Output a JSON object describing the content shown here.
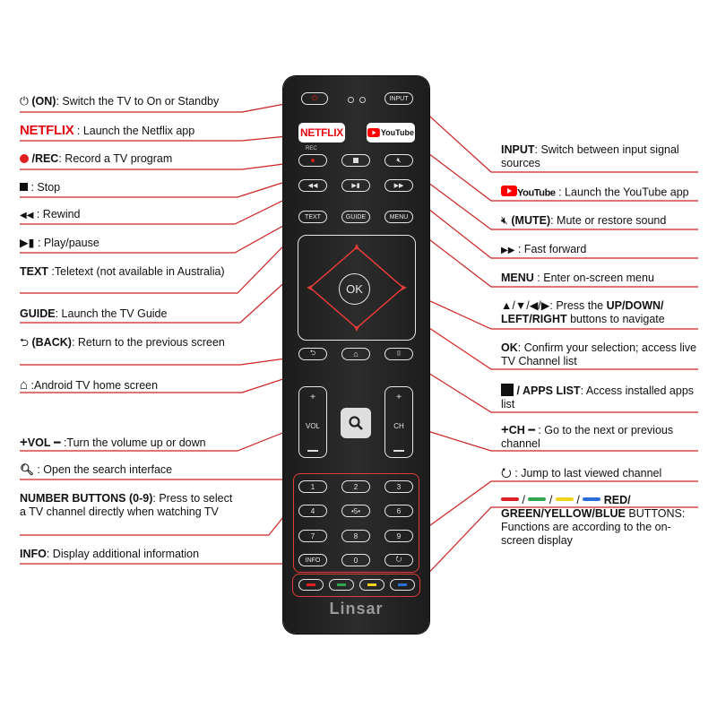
{
  "labels": {
    "power": {
      "title": "(ON)",
      "text": ": Switch the TV to On or Standby"
    },
    "netflix": {
      "logo": "NETFLIX",
      "text": " : Launch the Netflix app"
    },
    "rec": {
      "title": " /REC",
      "text": ": Record a TV  program"
    },
    "stop": {
      "text": " : Stop"
    },
    "rewind": {
      "text": " : Rewind"
    },
    "playpause": {
      "text": " : Play/pause"
    },
    "text_btn": {
      "title": "TEXT",
      "text": " :Teletext (not available in Australia)"
    },
    "guide": {
      "title": "GUIDE",
      "text": ": Launch the TV Guide"
    },
    "back": {
      "title": " (BACK)",
      "text": ": Return to the previous screen"
    },
    "home": {
      "text": " :Android TV home screen"
    },
    "vol": {
      "title": "VOL",
      "text": " :Turn the volume up or down"
    },
    "search": {
      "text": " : Open the search interface"
    },
    "numbers": {
      "title": "NUMBER BUTTONS (0-9)",
      "text": ": Press to select a TV channel directly when watching TV"
    },
    "info": {
      "title": "INFO",
      "text": ": Display additional information"
    },
    "input": {
      "title": "INPUT",
      "text": ": Switch between input signal sources"
    },
    "youtube": {
      "logo": "YouTube",
      "text": " : Launch the YouTube app"
    },
    "mute": {
      "title": " (MUTE)",
      "text": ": Mute or restore sound"
    },
    "ffwd": {
      "text": " : Fast forward"
    },
    "menu": {
      "title": "MENU",
      "text": " : Enter on-screen menu"
    },
    "nav": {
      "prefix": ": Press the ",
      "title": "UP/DOWN/ LEFT/RIGHT",
      "text": " buttons to navigate"
    },
    "ok": {
      "title": "OK",
      "text": ": Confirm your selection; access live TV Channel list"
    },
    "apps": {
      "title": " / APPS LIST",
      "text": ": Access installed apps list"
    },
    "ch": {
      "title": "CH",
      "text": " : Go to the next or previous channel"
    },
    "last": {
      "text": " : Jump to last viewed channel"
    },
    "colors": {
      "title": "RED/ GREEN/YELLOW/BLUE",
      "sep": " / ",
      "text": " BUTTONS: Functions are according to the on-screen display"
    }
  },
  "remote": {
    "input": "INPUT",
    "netflix": "NETFLIX",
    "youtube": "YouTube",
    "rec": "REC",
    "text": "TEXT",
    "guide": "GUIDE",
    "menu": "MENU",
    "ok": "OK",
    "vol": "VOL",
    "ch": "CH",
    "plus": "+",
    "info": "INFO",
    "brand": "Linsar",
    "numbers": [
      "1",
      "2",
      "3",
      "4",
      "•5•",
      "6",
      "7",
      "8",
      "9",
      "0"
    ]
  },
  "colors": {
    "red": "#e02020",
    "green": "#2fa84f",
    "yellow": "#f2d21a",
    "blue": "#2a6fd6",
    "leader": "#cc2222",
    "netflix": "#e50914",
    "youtube": "#ff0000"
  }
}
